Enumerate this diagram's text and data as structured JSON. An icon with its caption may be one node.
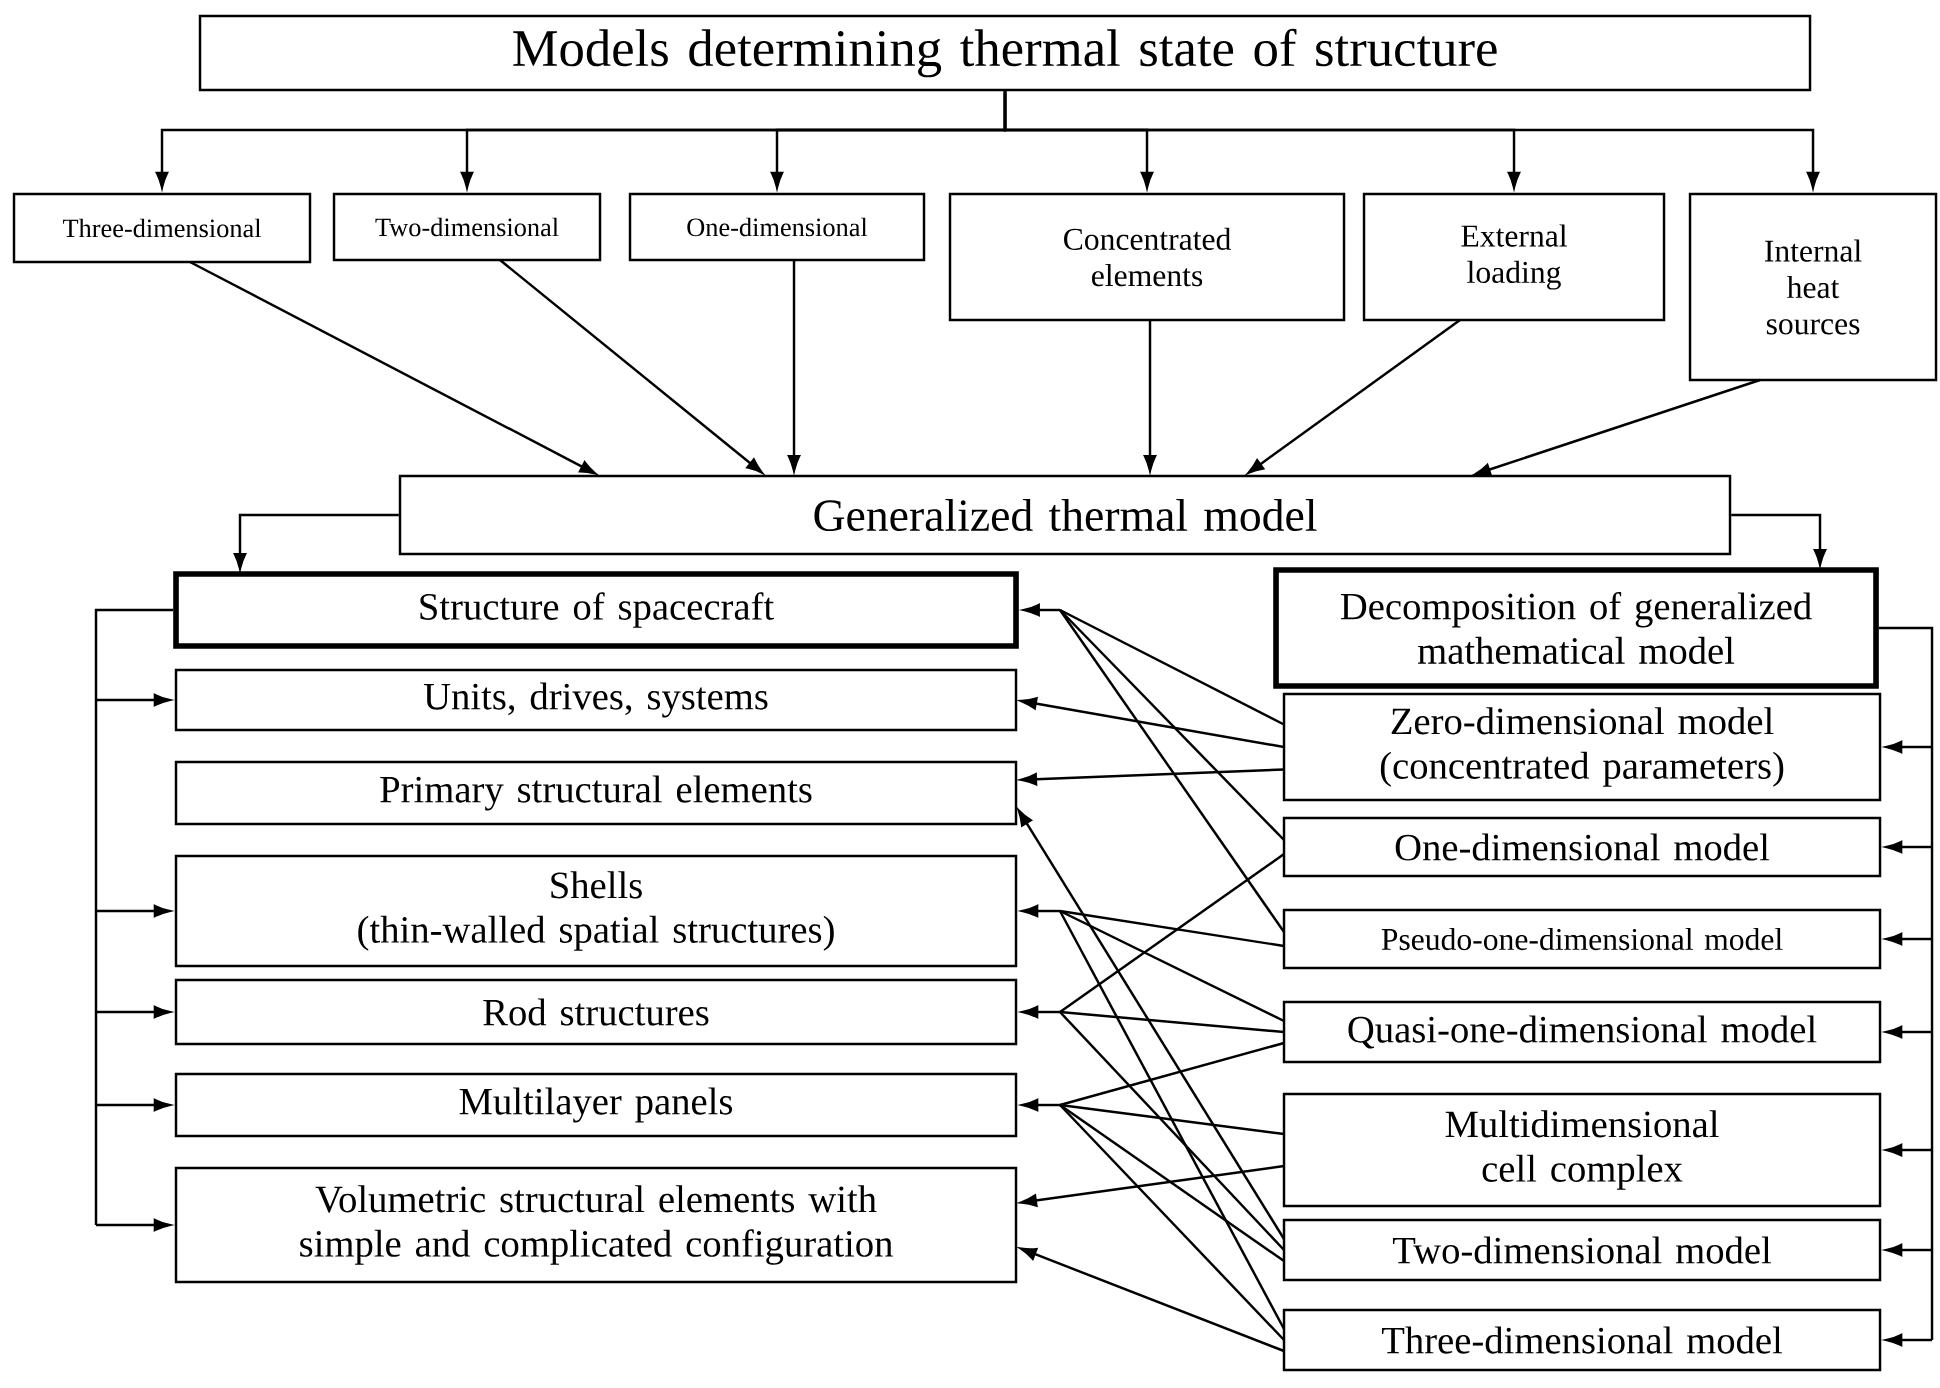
{
  "diagram": {
    "nodes": [
      {
        "text": [
          "Models determining thermal state of structure"
        ]
      },
      {
        "text": [
          "Three-dimensional"
        ]
      },
      {
        "text": [
          "Two-dimensional"
        ]
      },
      {
        "text": [
          "One-dimensional"
        ]
      },
      {
        "text": [
          "Concentrated elements"
        ]
      },
      {
        "text": [
          "External loading"
        ]
      },
      {
        "text": [
          "Internal heat sources"
        ]
      },
      {
        "text": [
          "Generalized thermal model"
        ]
      },
      {
        "text": [
          "Structure of spacecraft"
        ]
      },
      {
        "text": [
          "Units, drives, systems"
        ]
      },
      {
        "text": [
          "Primary structural elements"
        ]
      },
      {
        "text": [
          "Shells",
          "(thin-walled spatial structures)"
        ]
      },
      {
        "text": [
          "Rod structures"
        ]
      },
      {
        "text": [
          "Multilayer panels"
        ]
      },
      {
        "text": [
          "Volumetric structural elements with simple and complicated configuration"
        ]
      },
      {
        "text": [
          "Decomposition of generalized mathematical model"
        ]
      },
      {
        "text": [
          "Zero-dimensional model",
          "(concentrated parameters)"
        ]
      },
      {
        "text": [
          "One-dimensional model"
        ]
      },
      {
        "text": [
          "Pseudo-one-dimensional model"
        ]
      },
      {
        "text": [
          "Quasi-one-dimensional model"
        ]
      },
      {
        "text": [
          "Multidimensional cell complex"
        ]
      },
      {
        "text": [
          "Two-dimensional model"
        ]
      },
      {
        "text": [
          "Three-dimensional model"
        ]
      }
    ],
    "edges": [
      {
        "from": 0,
        "to": 1,
        "arrow": "to"
      },
      {
        "from": 0,
        "to": 2,
        "arrow": "to"
      },
      {
        "from": 0,
        "to": 3,
        "arrow": "to"
      },
      {
        "from": 0,
        "to": 4,
        "arrow": "to"
      },
      {
        "from": 0,
        "to": 5,
        "arrow": "to"
      },
      {
        "from": 0,
        "to": 6,
        "arrow": "to"
      },
      {
        "from": 1,
        "to": 7,
        "arrow": "to"
      },
      {
        "from": 2,
        "to": 7,
        "arrow": "to"
      },
      {
        "from": 3,
        "to": 7,
        "arrow": "to"
      },
      {
        "from": 4,
        "to": 7,
        "arrow": "to"
      },
      {
        "from": 5,
        "to": 7,
        "arrow": "to"
      },
      {
        "from": 6,
        "to": 7,
        "arrow": "to"
      },
      {
        "from": 7,
        "to": 8,
        "arrow": "to"
      },
      {
        "from": 7,
        "to": 15,
        "arrow": "to"
      },
      {
        "from": 8,
        "to": 9,
        "arrow": "to"
      },
      {
        "from": 8,
        "to": 11,
        "arrow": "to"
      },
      {
        "from": 8,
        "to": 12,
        "arrow": "to"
      },
      {
        "from": 8,
        "to": 13,
        "arrow": "to"
      },
      {
        "from": 8,
        "to": 14,
        "arrow": "to"
      },
      {
        "from": 15,
        "to": 16,
        "arrow": "to"
      },
      {
        "from": 15,
        "to": 17,
        "arrow": "to"
      },
      {
        "from": 15,
        "to": 18,
        "arrow": "to"
      },
      {
        "from": 15,
        "to": 19,
        "arrow": "to"
      },
      {
        "from": 15,
        "to": 20,
        "arrow": "to"
      },
      {
        "from": 15,
        "to": 21,
        "arrow": "to"
      },
      {
        "from": 15,
        "to": 22,
        "arrow": "to"
      },
      {
        "from": 16,
        "to": 8,
        "arrow": "to"
      },
      {
        "from": 16,
        "to": 9,
        "arrow": "to"
      },
      {
        "from": 16,
        "to": 10,
        "arrow": "to"
      },
      {
        "from": 17,
        "to": 8,
        "arrow": "to"
      },
      {
        "from": 17,
        "to": 12,
        "arrow": "to"
      },
      {
        "from": 18,
        "to": 8,
        "arrow": "to"
      },
      {
        "from": 18,
        "to": 11,
        "arrow": "to"
      },
      {
        "from": 19,
        "to": 11,
        "arrow": "to"
      },
      {
        "from": 19,
        "to": 12,
        "arrow": "to"
      },
      {
        "from": 19,
        "to": 13,
        "arrow": "to"
      },
      {
        "from": 20,
        "to": 13,
        "arrow": "to"
      },
      {
        "from": 20,
        "to": 14,
        "arrow": "to"
      },
      {
        "from": 21,
        "to": 10,
        "arrow": "to"
      },
      {
        "from": 21,
        "to": 12,
        "arrow": "to"
      },
      {
        "from": 21,
        "to": 13,
        "arrow": "to"
      },
      {
        "from": 22,
        "to": 11,
        "arrow": "to"
      },
      {
        "from": 22,
        "to": 13,
        "arrow": "to"
      },
      {
        "from": 22,
        "to": 14,
        "arrow": "to"
      }
    ]
  }
}
